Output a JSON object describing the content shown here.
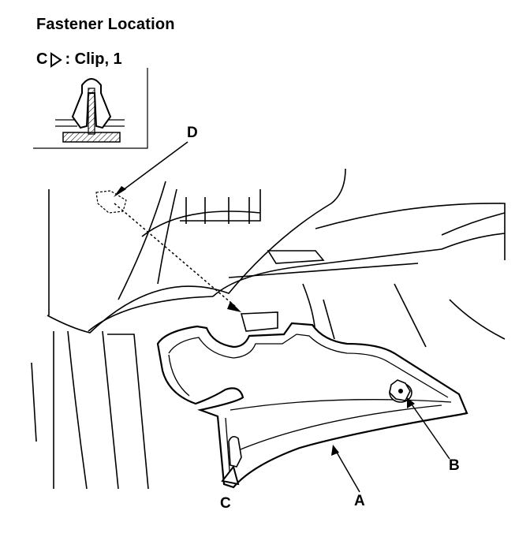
{
  "header": {
    "title": "Fastener Location"
  },
  "legend": {
    "letter": "C",
    "symbol": "triangle-outline-icon",
    "text": ": Clip, 1"
  },
  "callouts": {
    "a": "A",
    "b": "B",
    "c": "C",
    "d": "D"
  },
  "colors": {
    "ink": "#000000",
    "paper": "#ffffff"
  }
}
